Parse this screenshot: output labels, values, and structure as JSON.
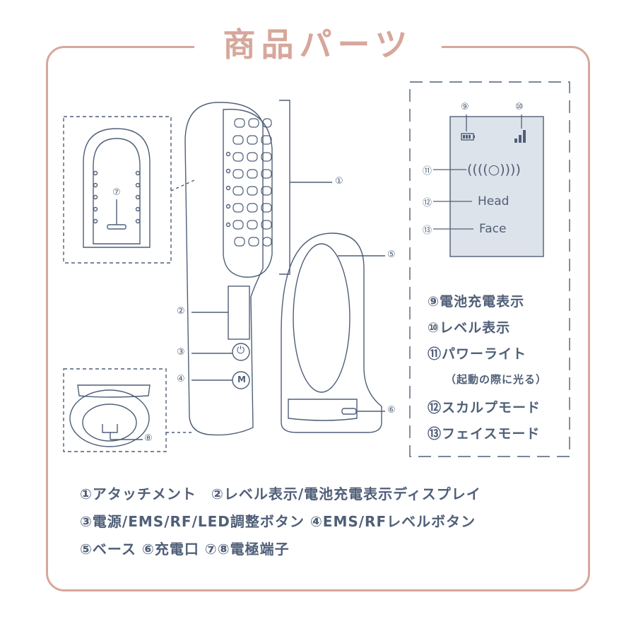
{
  "title": "商品パーツ",
  "callouts": {
    "c1": "①",
    "c2": "②",
    "c3": "③",
    "c4": "④",
    "c5": "⑤",
    "c6": "⑥",
    "c7": "⑦",
    "c8": "⑧",
    "c9": "⑨",
    "c10": "⑩",
    "c11": "⑪",
    "c12": "⑫",
    "c13": "⑬"
  },
  "buttons": {
    "power_symbol": "⏻",
    "mode_symbol": "M"
  },
  "display": {
    "power_light": "((((○))))",
    "head": "Head",
    "face": "Face"
  },
  "legend": [
    "⑨電池充電表示",
    "⑩レベル表示",
    "⑪パワーライト",
    "（起動の際に光る）",
    "⑫スカルプモード",
    "⑬フェイスモード"
  ],
  "descriptions": [
    "①アタッチメント　②レベル表示/電池充電表示ディスプレイ",
    "③電源/EMS/RF/LED調整ボタン ④EMS/RFレベルボタン",
    "⑤ベース ⑥充電口 ⑦⑧電極端子"
  ],
  "colors": {
    "accent": "#d7a79b",
    "ink": "#4f5f78",
    "screen": "#dde3ea"
  }
}
